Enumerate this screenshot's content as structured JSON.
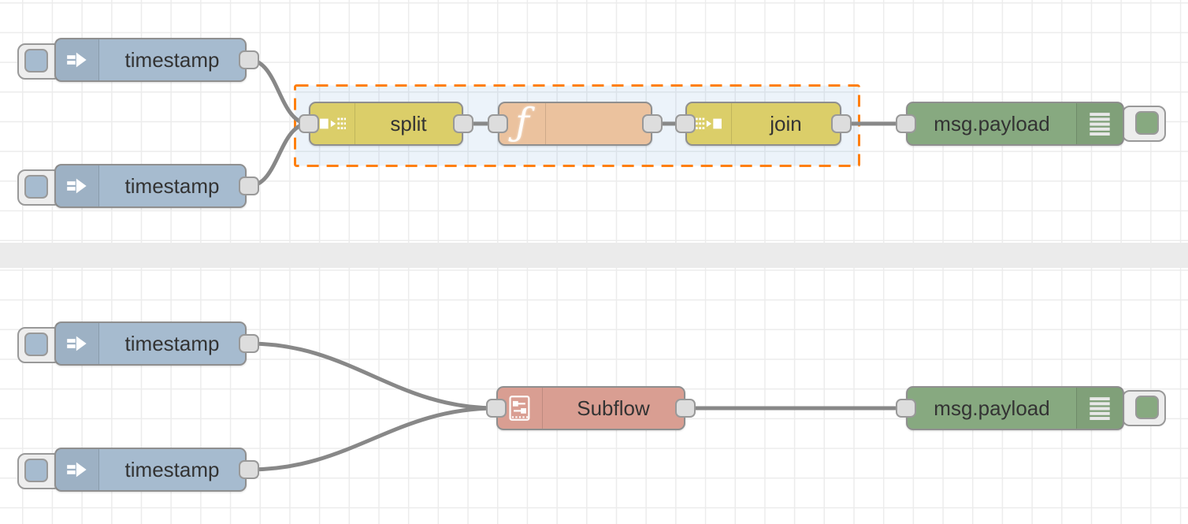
{
  "app": {
    "name": "Node-RED flow editor canvas"
  },
  "palette": {
    "inject_color": "#a6bbcf",
    "split_join_color": "#dbce69",
    "function_color": "#ebc29e",
    "debug_color": "#87a980",
    "subflow_color": "#d99e92",
    "wire_color": "#888888",
    "port_color": "#dddddd",
    "group_border_color": "#ff7f0e",
    "group_fill": "#e9f1fb",
    "divider_color": "#ebebeb"
  },
  "flow_top": {
    "inject1": {
      "type": "inject",
      "label": "timestamp"
    },
    "inject2": {
      "type": "inject",
      "label": "timestamp"
    },
    "split": {
      "type": "split",
      "label": "split"
    },
    "function": {
      "type": "function",
      "label": ""
    },
    "join": {
      "type": "join",
      "label": "join"
    },
    "debug": {
      "type": "debug",
      "label": "msg.payload"
    },
    "group": {
      "state": "selected",
      "contains": "split, function, join"
    }
  },
  "flow_bottom": {
    "inject1": {
      "type": "inject",
      "label": "timestamp"
    },
    "inject2": {
      "type": "inject",
      "label": "timestamp"
    },
    "subflow": {
      "type": "subflow",
      "label": "Subflow"
    },
    "debug": {
      "type": "debug",
      "label": "msg.payload"
    }
  },
  "wires": [
    {
      "from": "flow_top.inject1",
      "to": "flow_top.split"
    },
    {
      "from": "flow_top.inject2",
      "to": "flow_top.split"
    },
    {
      "from": "flow_top.split",
      "to": "flow_top.function"
    },
    {
      "from": "flow_top.function",
      "to": "flow_top.join"
    },
    {
      "from": "flow_top.join",
      "to": "flow_top.debug"
    },
    {
      "from": "flow_bottom.inject1",
      "to": "flow_bottom.subflow"
    },
    {
      "from": "flow_bottom.inject2",
      "to": "flow_bottom.subflow"
    },
    {
      "from": "flow_bottom.subflow",
      "to": "flow_bottom.debug"
    }
  ]
}
